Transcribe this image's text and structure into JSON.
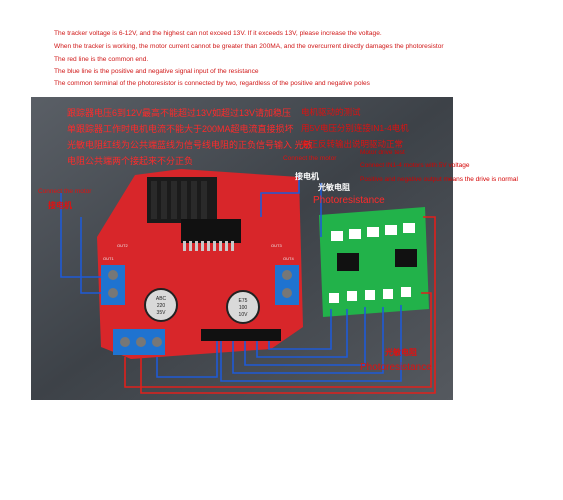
{
  "notes": [
    "The tracker voltage is 6-12V, and the highest can not exceed 13V. If it exceeds 13V, please increase the voltage.",
    "When the tracker is working, the motor current cannot be greater than 200MA, and the overcurrent directly damages the photoresistor",
    "The red line is the common end.",
    "The blue line is the positive and negative signal input of the resistance",
    "The common terminal of the photoresistor is connected by two, regardless of the positive and negative poles"
  ],
  "photo": {
    "cn_notes": [
      "跟踪器电压6到12V最高不能超过13V如超过13V请加稳压",
      "单跟踪器工作时电机电流不能大于200MA超电流直接损坏",
      "光敏电阻红线为公共端蓝线为信号线电阻的正负信号输入 光敏",
      "电阻公共端两个接起来不分正负"
    ],
    "board_silk": [
      "OUT1",
      "OUT2",
      "OUT3",
      "OUT4"
    ],
    "caps": [
      {
        "top": "ABC",
        "mid": "220",
        "bot": "35V"
      },
      {
        "top": "E75",
        "mid": "100",
        "bot": "10V"
      }
    ]
  },
  "labels": {
    "connect_motor_left": "Connect the motor",
    "motor_cn_left": "接电机",
    "connect_motor_right": "Connect the motor",
    "motor_cn_right": "接电机",
    "photo_cn_top": "光敏电阻",
    "photoresistance_top": "Photoresistance",
    "photo_cn_bottom": "光敏电阻",
    "photoresistance_bottom": "Photoresistance",
    "right_cn_1": "电机驱动的测试",
    "right_cn_2": "用5V电压分别连接IN1-4电机",
    "right_cn_3": "有正反转输出说明驱动正常",
    "motor_drive_test": "Motor drive test",
    "connect_in": "Connect IN1-4 motors with 5V voltage",
    "pos_neg": "Positive and negative output means the drive is normal"
  },
  "colors": {
    "red_line": "#e0201c",
    "blue_line": "#1f5ad6",
    "board_red": "#d8262a",
    "green_board": "#22b24a",
    "photo_bg": "#4a4f56"
  }
}
